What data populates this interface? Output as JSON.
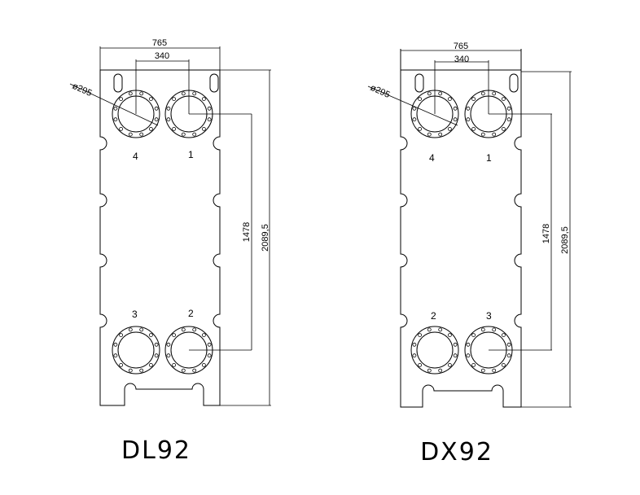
{
  "plates": [
    {
      "id": "dl92",
      "model": "DL92",
      "width_dim": "765",
      "port_spacing_dim": "340",
      "port_diameter_dim": "ø295",
      "vertical_port_dim": "1478",
      "height_dim": "2089,5",
      "top_left_port": "4",
      "top_right_port": "1",
      "bottom_left_port": "3",
      "bottom_right_port": "2"
    },
    {
      "id": "dx92",
      "model": "DX92",
      "width_dim": "765",
      "port_spacing_dim": "340",
      "port_diameter_dim": "ø295",
      "vertical_port_dim": "1478",
      "height_dim": "2089,5",
      "top_left_port": "4",
      "top_right_port": "1",
      "bottom_left_port": "2",
      "bottom_right_port": "3"
    }
  ]
}
